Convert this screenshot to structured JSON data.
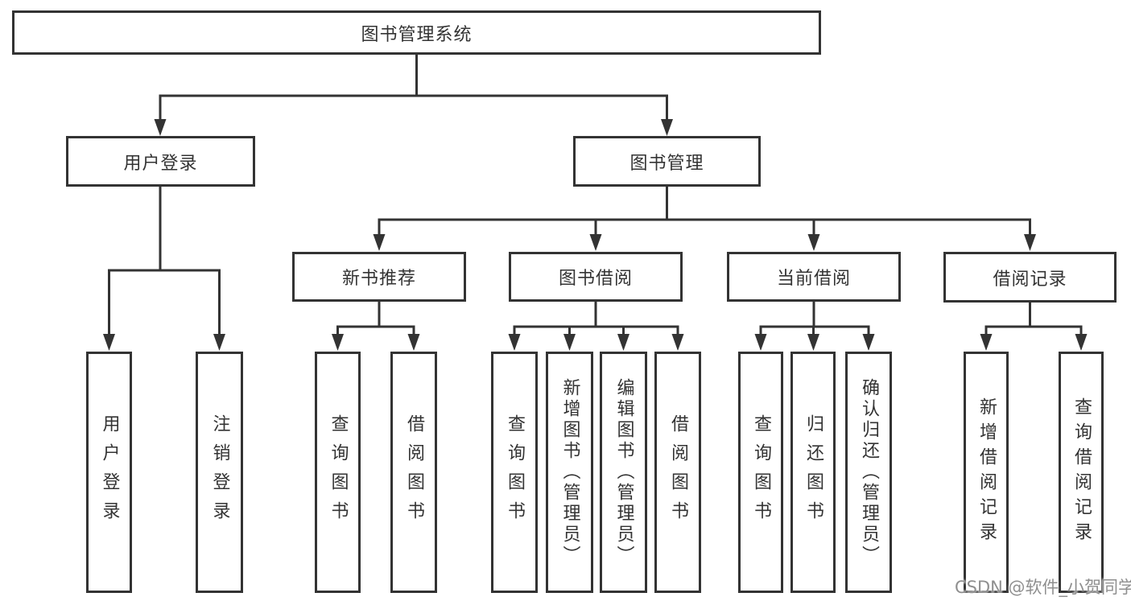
{
  "diagram": {
    "title": "图书管理系统",
    "level2": {
      "user_login": "用户登录",
      "book_mgmt": "图书管理"
    },
    "level3": {
      "new_book_rec": "新书推荐",
      "book_borrow": "图书借阅",
      "current_borrow": "当前借阅",
      "borrow_records": "借阅记录"
    },
    "leaves": {
      "user_login": "用户登录",
      "logout": "注销登录",
      "nbr_query": "查询图书",
      "nbr_borrow": "借阅图书",
      "bb_query": "查询图书",
      "bb_add": "新增图书（管理员）",
      "bb_edit": "编辑图书（管理员）",
      "bb_borrow": "借阅图书",
      "cb_query": "查询图书",
      "cb_return": "归还图书",
      "cb_confirm": "确认归还（管理员）",
      "br_add": "新增借阅记录",
      "br_query": "查询借阅记录"
    },
    "watermark": "CSDN @软件_小贺同学",
    "colors": {
      "line": "#333333",
      "text": "#333333",
      "watermark": "#8f8f8f",
      "background": "#ffffff"
    }
  }
}
